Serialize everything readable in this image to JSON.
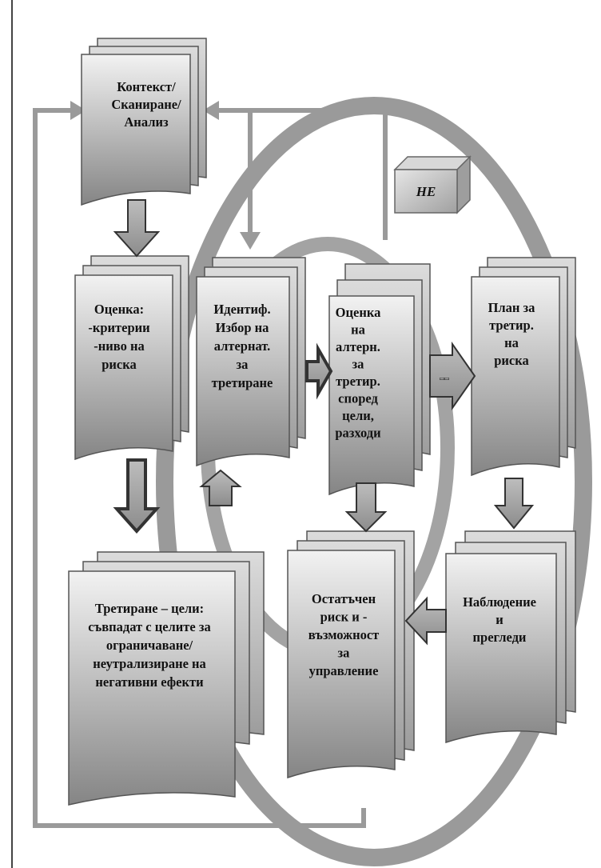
{
  "nodes": {
    "context": {
      "lines": [
        "Контекст/",
        "Сканиране/",
        "Анализ"
      ]
    },
    "assessment": {
      "lines": [
        "Оценка:",
        "-критерии",
        "-ниво на",
        "риска"
      ]
    },
    "identify": {
      "lines": [
        "Идентиф.",
        "Избор на",
        "алтернат.",
        "за",
        "третиране"
      ]
    },
    "evaluate": {
      "lines": [
        "Оценка",
        "на",
        "алтерн.",
        "за",
        "третир.",
        "според",
        "цели,",
        "разходи"
      ]
    },
    "plan": {
      "lines": [
        "План за",
        "третир.",
        "на",
        "риска"
      ]
    },
    "treatment": {
      "lines": [
        "Третиране – цели:",
        "съвпадат с целите за",
        "ограничаване/",
        "неутрализиране на",
        "негативни ефекти"
      ]
    },
    "residual": {
      "lines": [
        "Остатъчен",
        "риск и -",
        "възможност",
        "за",
        "управление"
      ]
    },
    "monitoring": {
      "lines": [
        "Наблюдение",
        "и",
        "прегледи"
      ]
    }
  },
  "decision_box": {
    "label": "НЕ"
  },
  "arrow_label": "▭▭",
  "colors": {
    "doc_light": "#f0f0f0",
    "doc_dark": "#888888",
    "doc_stroke": "#555555",
    "arrow_fill": "#a6a6a6",
    "arrow_stroke": "#333333",
    "loop_line": "#999999",
    "ring": "#9a9a9a",
    "border": "#444444"
  }
}
